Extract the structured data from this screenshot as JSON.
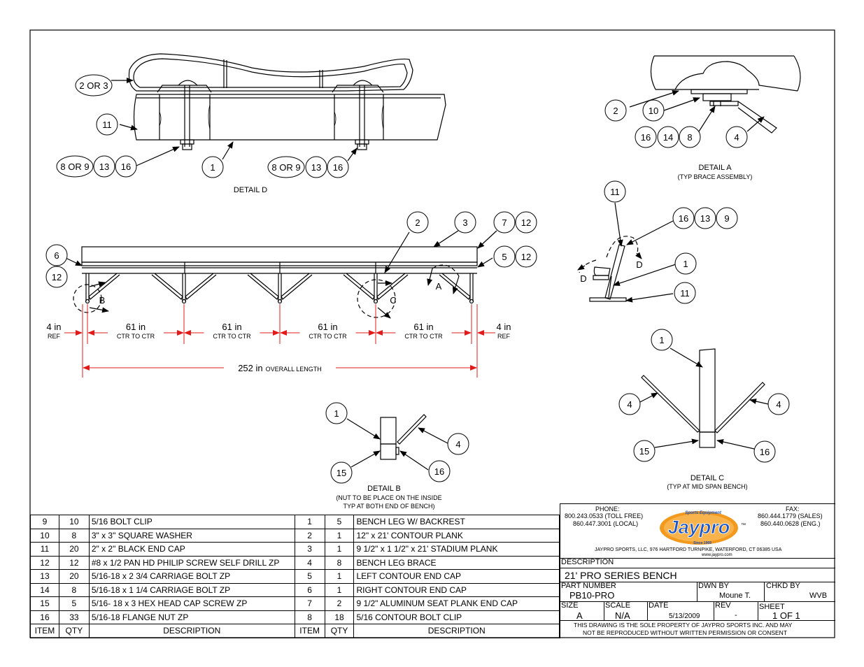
{
  "details": {
    "d": {
      "caption": "DETAIL  D",
      "b_left": [
        "2 OR 3",
        "11",
        "8 OR 9",
        "13",
        "16"
      ],
      "b_mid": "1",
      "b_right": [
        "8 OR 9",
        "13",
        "16"
      ]
    },
    "a": {
      "caption": "DETAIL  A",
      "sub": "(TYP BRACE ASSEMBLY)",
      "balloons": [
        "2",
        "10",
        "16",
        "14",
        "8",
        "4"
      ]
    },
    "main": {
      "balloons": {
        "b2": "2",
        "b3": "3",
        "b7": "7",
        "b12a": "12",
        "b5": "5",
        "b12b": "12",
        "b6": "6",
        "b12c": "12"
      },
      "view_b": "B",
      "view_c": "C",
      "view_a": "A"
    },
    "side": {
      "balloons": [
        "11",
        "16",
        "13",
        "9",
        "1",
        "11"
      ],
      "view": "D"
    },
    "c": {
      "caption": "DETAIL  C",
      "sub": "(TYP AT MID SPAN BENCH)",
      "balloons": [
        "1",
        "4",
        "4",
        "15",
        "16"
      ]
    },
    "b": {
      "caption": "DETAIL  B",
      "sub1": "(NUT TO BE PLACE ON THE INSIDE",
      "sub2": "TYP AT BOTH END OF BENCH)",
      "balloons": [
        "1",
        "4",
        "15",
        "16"
      ]
    }
  },
  "dims": {
    "end_left": "4 in",
    "end_right": "4 in",
    "ref": "REF",
    "span": "61 in",
    "ctr": "CTR TO CTR",
    "overall": "252 in",
    "overall_label": "OVERALL LENGTH"
  },
  "bom": {
    "headers": [
      "ITEM",
      "QTY",
      "DESCRIPTION",
      "ITEM",
      "QTY",
      "DESCRIPTION"
    ],
    "rows": [
      [
        "9",
        "10",
        "5/16 BOLT CLIP",
        "1",
        "5",
        "BENCH LEG W/ BACKREST"
      ],
      [
        "10",
        "8",
        "3\" x 3\" SQUARE WASHER",
        "2",
        "1",
        "12\" x 21' CONTOUR PLANK"
      ],
      [
        "11",
        "20",
        "2\" x 2\" BLACK END CAP",
        "3",
        "1",
        "9 1/2\" x 1 1/2\" x 21' STADIUM PLANK"
      ],
      [
        "12",
        "12",
        "#8 x 1/2 PAN HD PHILIP SCREW SELF DRILL ZP",
        "4",
        "8",
        "BENCH LEG BRACE"
      ],
      [
        "13",
        "20",
        "5/16-18 x 2 3/4 CARRIAGE BOLT ZP",
        "5",
        "1",
        "LEFT CONTOUR END CAP"
      ],
      [
        "14",
        "8",
        "5/16-18 x 1 1/4 CARRIAGE BOLT ZP",
        "6",
        "1",
        "RIGHT CONTOUR END CAP"
      ],
      [
        "15",
        "5",
        "5/16- 18 x 3 HEX HEAD CAP SCREW ZP",
        "7",
        "2",
        "9 1/2\" ALUMINUM SEAT PLANK END CAP"
      ],
      [
        "16",
        "33",
        "5/16-18 FLANGE NUT ZP",
        "8",
        "18",
        "5/16 CONTOUR BOLT CLIP"
      ]
    ]
  },
  "title_block": {
    "phone_label": "PHONE:",
    "phone1": "800.243.0533 (TOLL FREE)",
    "phone2": "860.447.3001 (LOCAL)",
    "fax_label": "FAX:",
    "fax1": "860.444.1779 (SALES)",
    "fax2": "860.440.0628 (ENG.)",
    "logo": "Jaypro",
    "logo_top": "Sports Equipment",
    "logo_since": "Since 1969",
    "tm": "™",
    "address": "JAYPRO SPORTS, LLC, 976 HARTFORD TURNPIKE, WATERFORD, CT 06385 USA",
    "website": "www.jaypro.com",
    "desc_label": "DESCRIPTION",
    "desc": "21' PRO SERIES BENCH",
    "pn_label": "PART NUMBER",
    "pn": "PB10-PRO",
    "dwn_label": "DWN BY",
    "dwn": "Moune  T.",
    "chkd_label": "CHKD BY",
    "chkd": "WVB",
    "size_label": "SIZE",
    "size": "A",
    "scale_label": "SCALE",
    "scale": "N/A",
    "date_label": "DATE",
    "date": "5/13/2009",
    "rev_label": "REV",
    "rev": "-",
    "sheet_label": "SHEET",
    "sheet": "1  OF  1",
    "notice1": "THIS DRAWING IS THE SOLE PROPERTY OF JAYPRO SPORTS INC. AND MAY",
    "notice2": "NOT BE REPRODUCED WITHOUT WRITTEN PERMISSION OR CONSENT",
    "logo_color": "#1a56c4",
    "logo_oval": "#f39a1e"
  },
  "dim_color": "#e11b1b"
}
